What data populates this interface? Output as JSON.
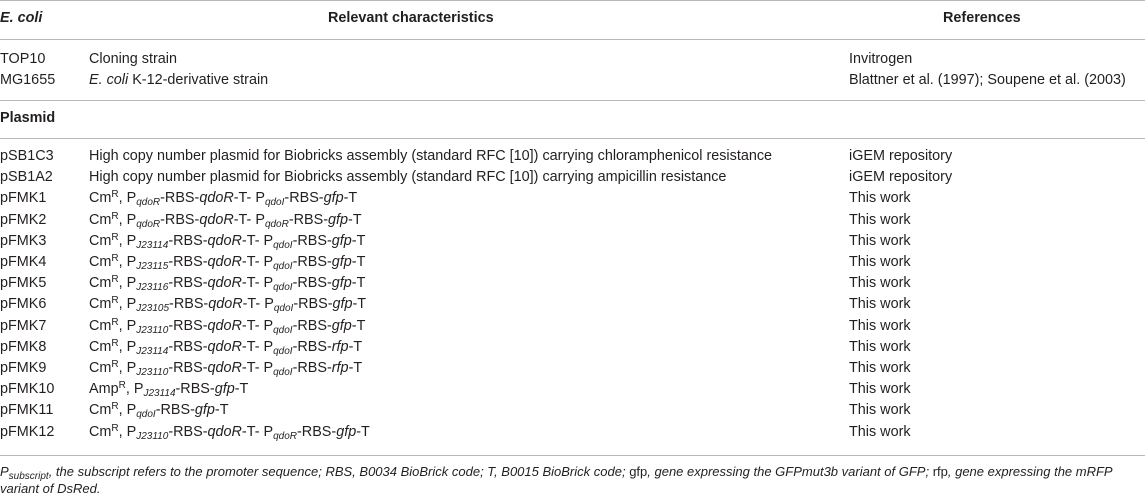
{
  "header": {
    "col1": "E. coli",
    "col2": "Relevant characteristics",
    "col3": "References"
  },
  "strains": [
    {
      "name": "TOP10",
      "char": "Cloning strain",
      "ref": "Invitrogen"
    },
    {
      "name": "MG1655",
      "char_italic": "E. coli",
      "char_rest": " K-12-derivative strain",
      "ref": "Blattner et al. (1997); Soupene et al. (2003)"
    }
  ],
  "plasmid_section": "Plasmid",
  "plasmids": [
    {
      "name": "pSB1C3",
      "char": "High copy number plasmid for Biobricks assembly (standard RFC [10]) carrying chloramphenicol resistance",
      "ref": "iGEM repository"
    },
    {
      "name": "pSB1A2",
      "char": "High copy number plasmid for Biobricks assembly (standard RFC [10]) carrying ampicillin resistance",
      "ref": "iGEM repository"
    },
    {
      "name": "pFMK1",
      "res": "Cm",
      "p1": "qdoR",
      "p2": "qdoI",
      "reporter": "gfp",
      "ref": "This work"
    },
    {
      "name": "pFMK2",
      "res": "Cm",
      "p1": "qdoR",
      "p2": "qdoR",
      "reporter": "gfp",
      "ref": "This work"
    },
    {
      "name": "pFMK3",
      "res": "Cm",
      "p1": "J23114",
      "p2": "qdoI",
      "reporter": "gfp",
      "ref": "This work"
    },
    {
      "name": "pFMK4",
      "res": "Cm",
      "p1": "J23115",
      "p2": "qdoI",
      "reporter": "gfp",
      "ref": "This work"
    },
    {
      "name": "pFMK5",
      "res": "Cm",
      "p1": "J23116",
      "p2": "qdoI",
      "reporter": "gfp",
      "ref": "This work"
    },
    {
      "name": "pFMK6",
      "res": "Cm",
      "p1": "J23105",
      "p2": "qdoI",
      "reporter": "gfp",
      "ref": "This work"
    },
    {
      "name": "pFMK7",
      "res": "Cm",
      "p1": "J23110",
      "p2": "qdoI",
      "reporter": "gfp",
      "ref": "This work"
    },
    {
      "name": "pFMK8",
      "res": "Cm",
      "p1": "J23114",
      "p2": "qdoI",
      "reporter": "rfp",
      "ref": "This work"
    },
    {
      "name": "pFMK9",
      "res": "Cm",
      "p1": "J23110",
      "p2": "qdoI",
      "reporter": "rfp",
      "ref": "This work"
    },
    {
      "name": "pFMK10",
      "res": "Amp",
      "p1": "J23114",
      "reporter": "gfp",
      "ref": "This work"
    },
    {
      "name": "pFMK11",
      "res": "Cm",
      "p1": "qdoI",
      "reporter": "gfp",
      "ref": "This work"
    },
    {
      "name": "pFMK12",
      "res": "Cm",
      "p1": "J23110",
      "p2": "qdoR",
      "reporter": "gfp",
      "ref": "This work"
    }
  ],
  "construct_text": {
    "sup": "R",
    "sep": ", ",
    "p": "P",
    "rbs": "-RBS-",
    "qdoR": "qdoR",
    "t_sep": "-T- ",
    "t_end": "-T"
  },
  "footnote": {
    "p": "P",
    "subscript": "subscript",
    "part1": ", the subscript refers to the promoter sequence; RBS, B0034 BioBrick code; T, B0015 BioBrick code; ",
    "gfp": "gfp",
    "part2": ", gene expressing the GFPmut3b variant of GFP; ",
    "rfp": "rfp",
    "part3": ", gene expressing the mRFP variant of DsRed."
  }
}
